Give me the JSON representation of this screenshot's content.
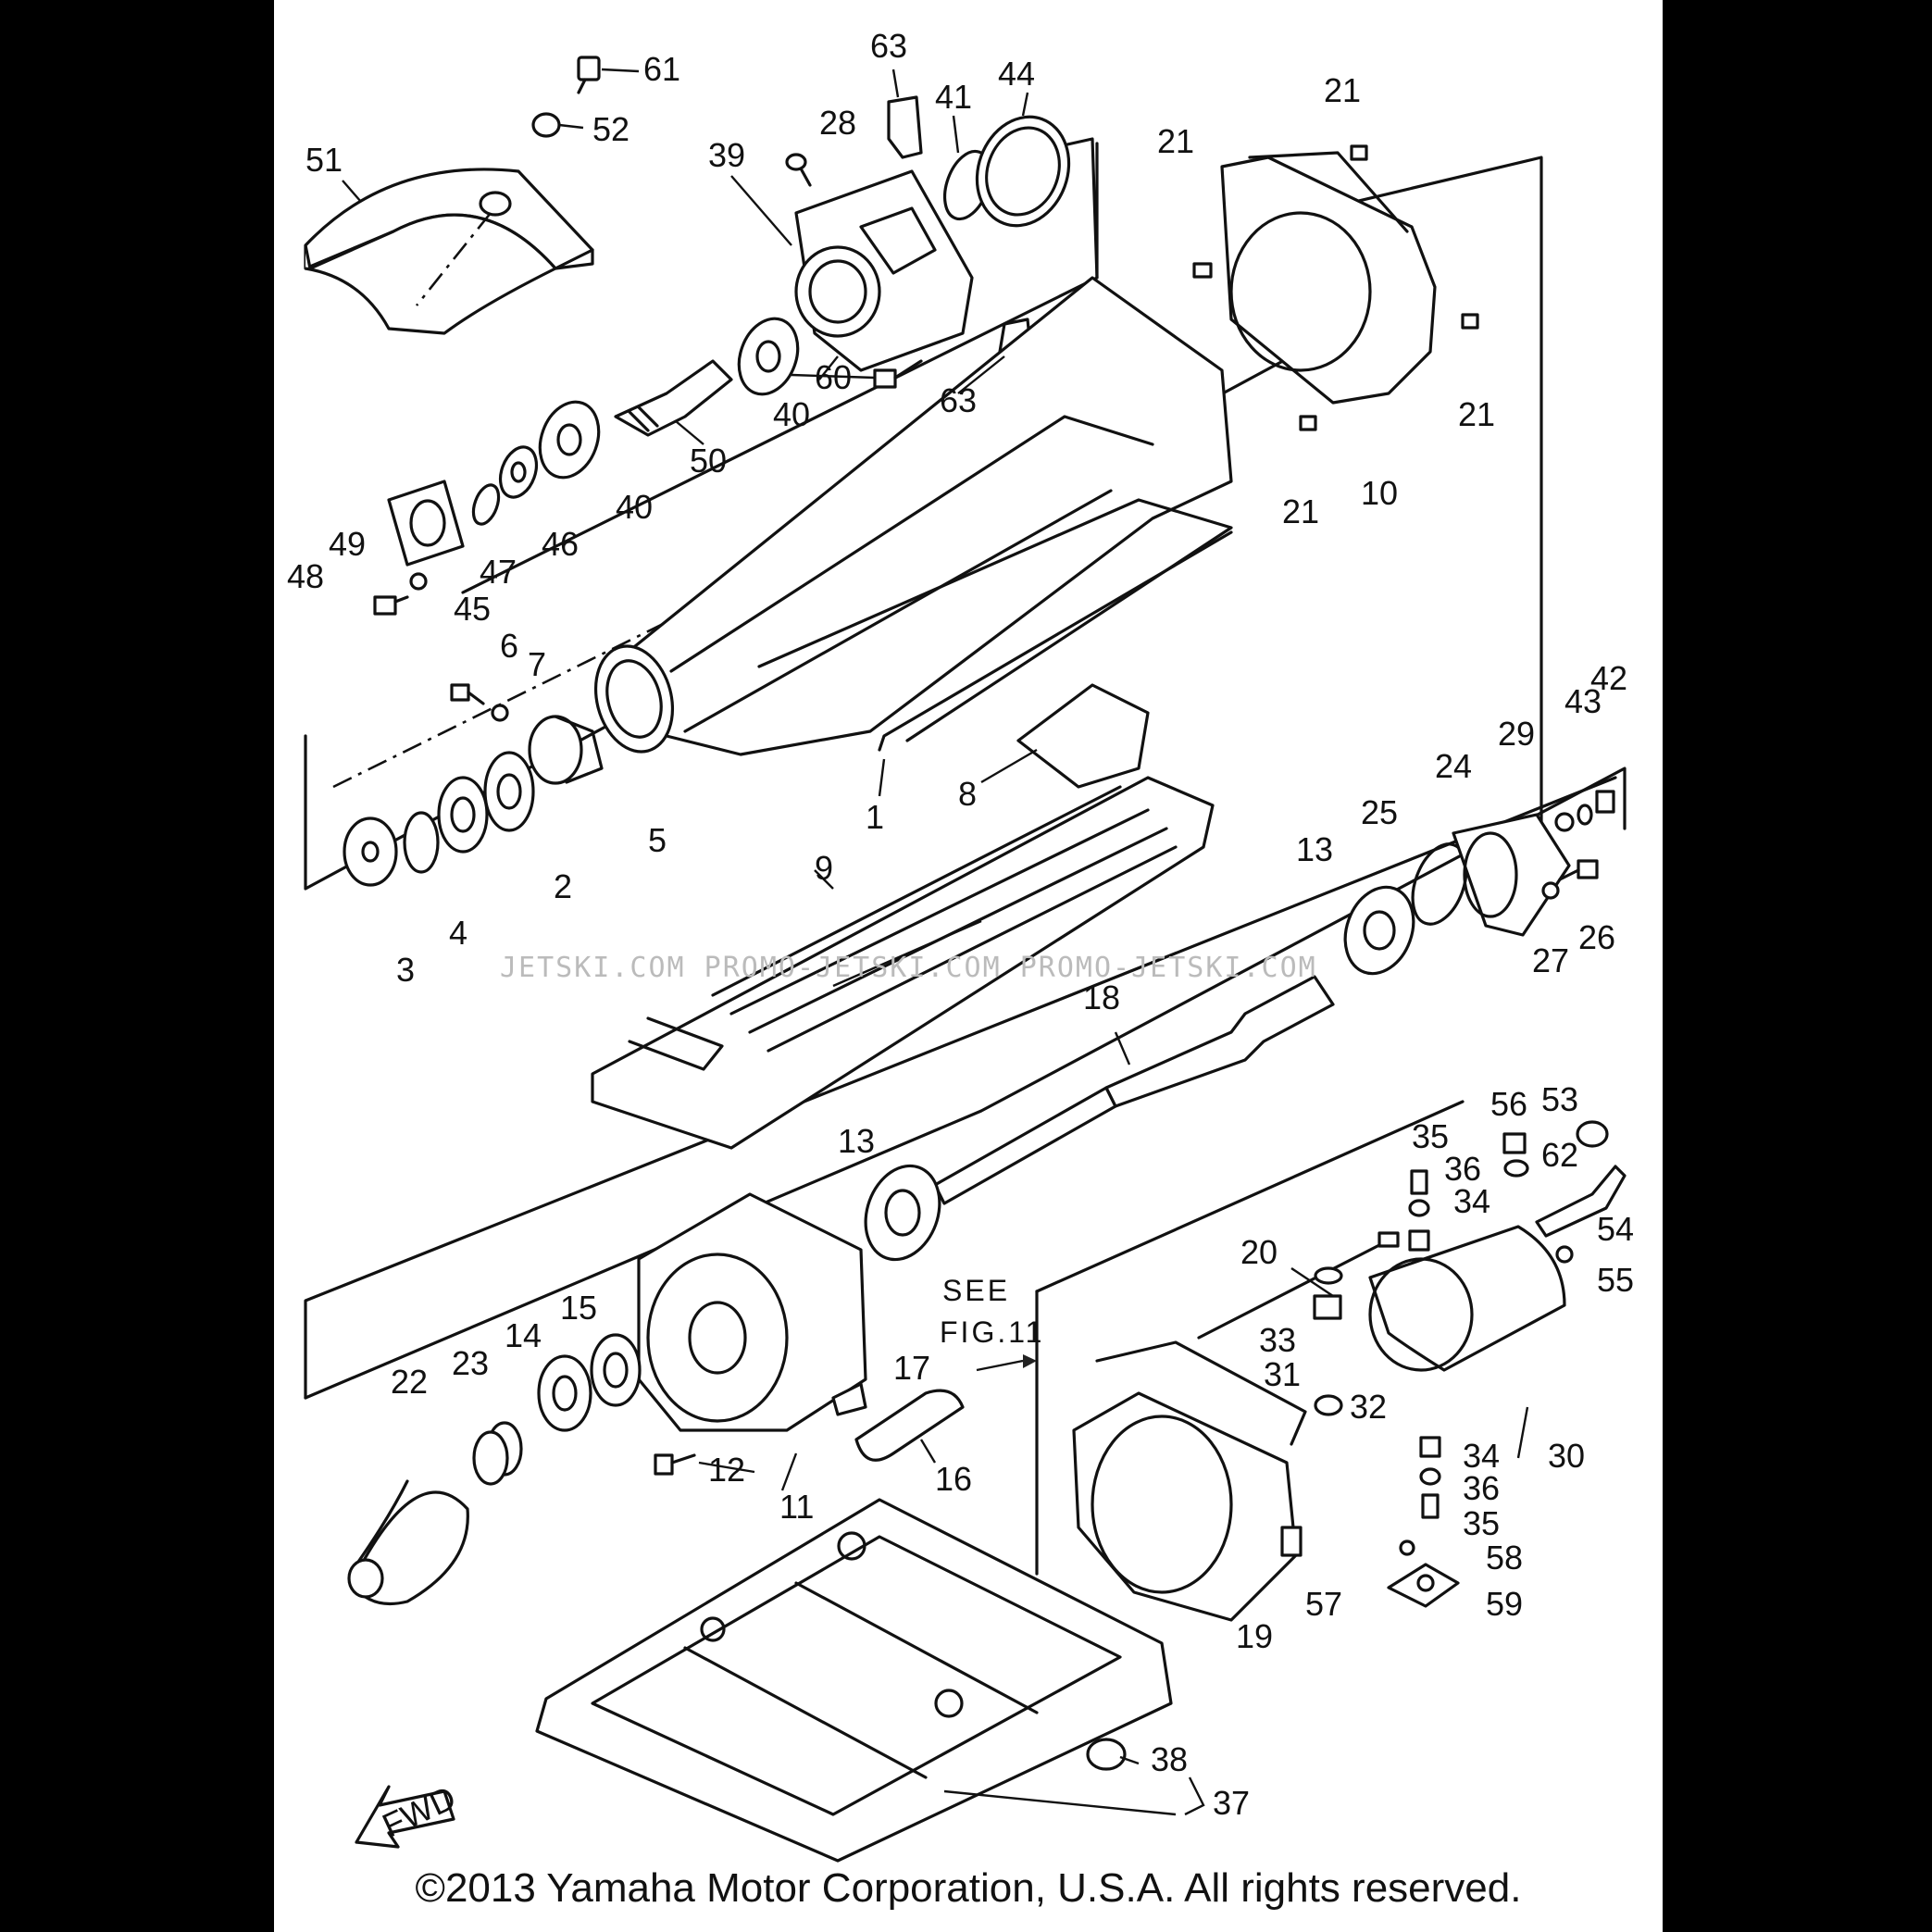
{
  "diagram": {
    "callouts": [
      "1",
      "2",
      "3",
      "4",
      "5",
      "6",
      "7",
      "8",
      "9",
      "10",
      "11",
      "12",
      "13",
      "13",
      "14",
      "15",
      "16",
      "17",
      "18",
      "19",
      "20",
      "21",
      "21",
      "21",
      "21",
      "22",
      "23",
      "24",
      "25",
      "26",
      "27",
      "28",
      "29",
      "30",
      "31",
      "32",
      "33",
      "34",
      "34",
      "35",
      "35",
      "36",
      "36",
      "37",
      "38",
      "39",
      "40",
      "40",
      "41",
      "42",
      "43",
      "44",
      "45",
      "46",
      "47",
      "48",
      "49",
      "50",
      "51",
      "52",
      "53",
      "54",
      "55",
      "56",
      "57",
      "58",
      "59",
      "60",
      "61",
      "62",
      "63",
      "63"
    ],
    "note_line1": "SEE",
    "note_line2": "FIG.11",
    "fwd_label": "FWD",
    "watermark": "JETSKI.COM  PROMO-JETSKI.COM  PROMO-JETSKI.COM"
  },
  "footer": {
    "copyright": "©2013 Yamaha Motor Corporation, U.S.A. All rights reserved."
  }
}
